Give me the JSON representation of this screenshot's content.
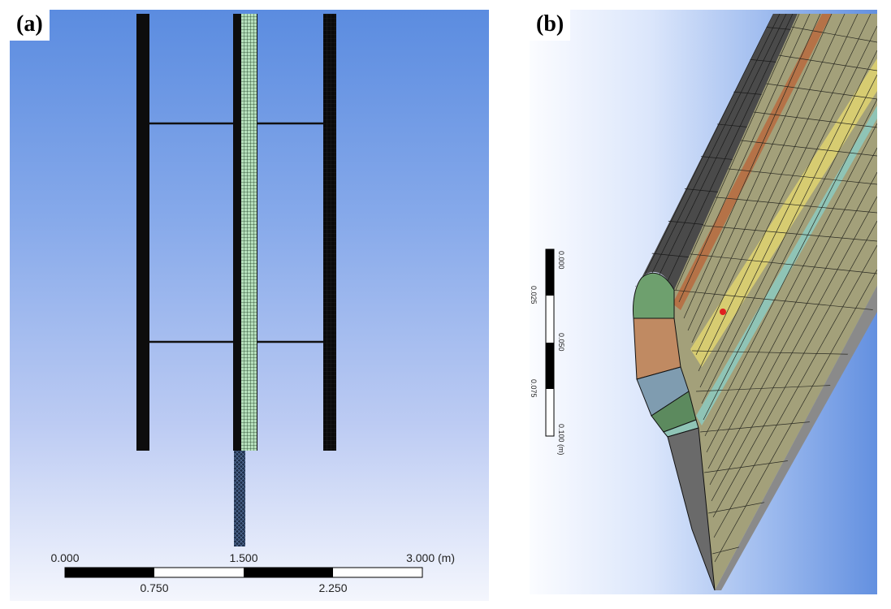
{
  "panel_a": {
    "label": "(a)",
    "scale_bar": {
      "top_labels": [
        "0.000",
        "1.500",
        "3.000 (m)"
      ],
      "bottom_labels": [
        "0.750",
        "2.250"
      ]
    }
  },
  "panel_b": {
    "label": "(b)",
    "scale_bar": {
      "labels": [
        "0.000",
        "0.025",
        "0.050",
        "0.075",
        "0.100 (m)"
      ]
    }
  },
  "colors": {
    "background_top": "#5b8ce0",
    "background_bottom": "#f4f6fd",
    "blade_mesh": "#111111",
    "shaft_mesh": "#a8d8b0",
    "wing_yellow_band": "#e0d470",
    "wing_teal_band": "#8fc4b6",
    "wing_copper_band": "#b86a3e",
    "wing_surface": "#a3a07a",
    "leading_edge": "#4a4a4a",
    "marker": "#e02020"
  }
}
